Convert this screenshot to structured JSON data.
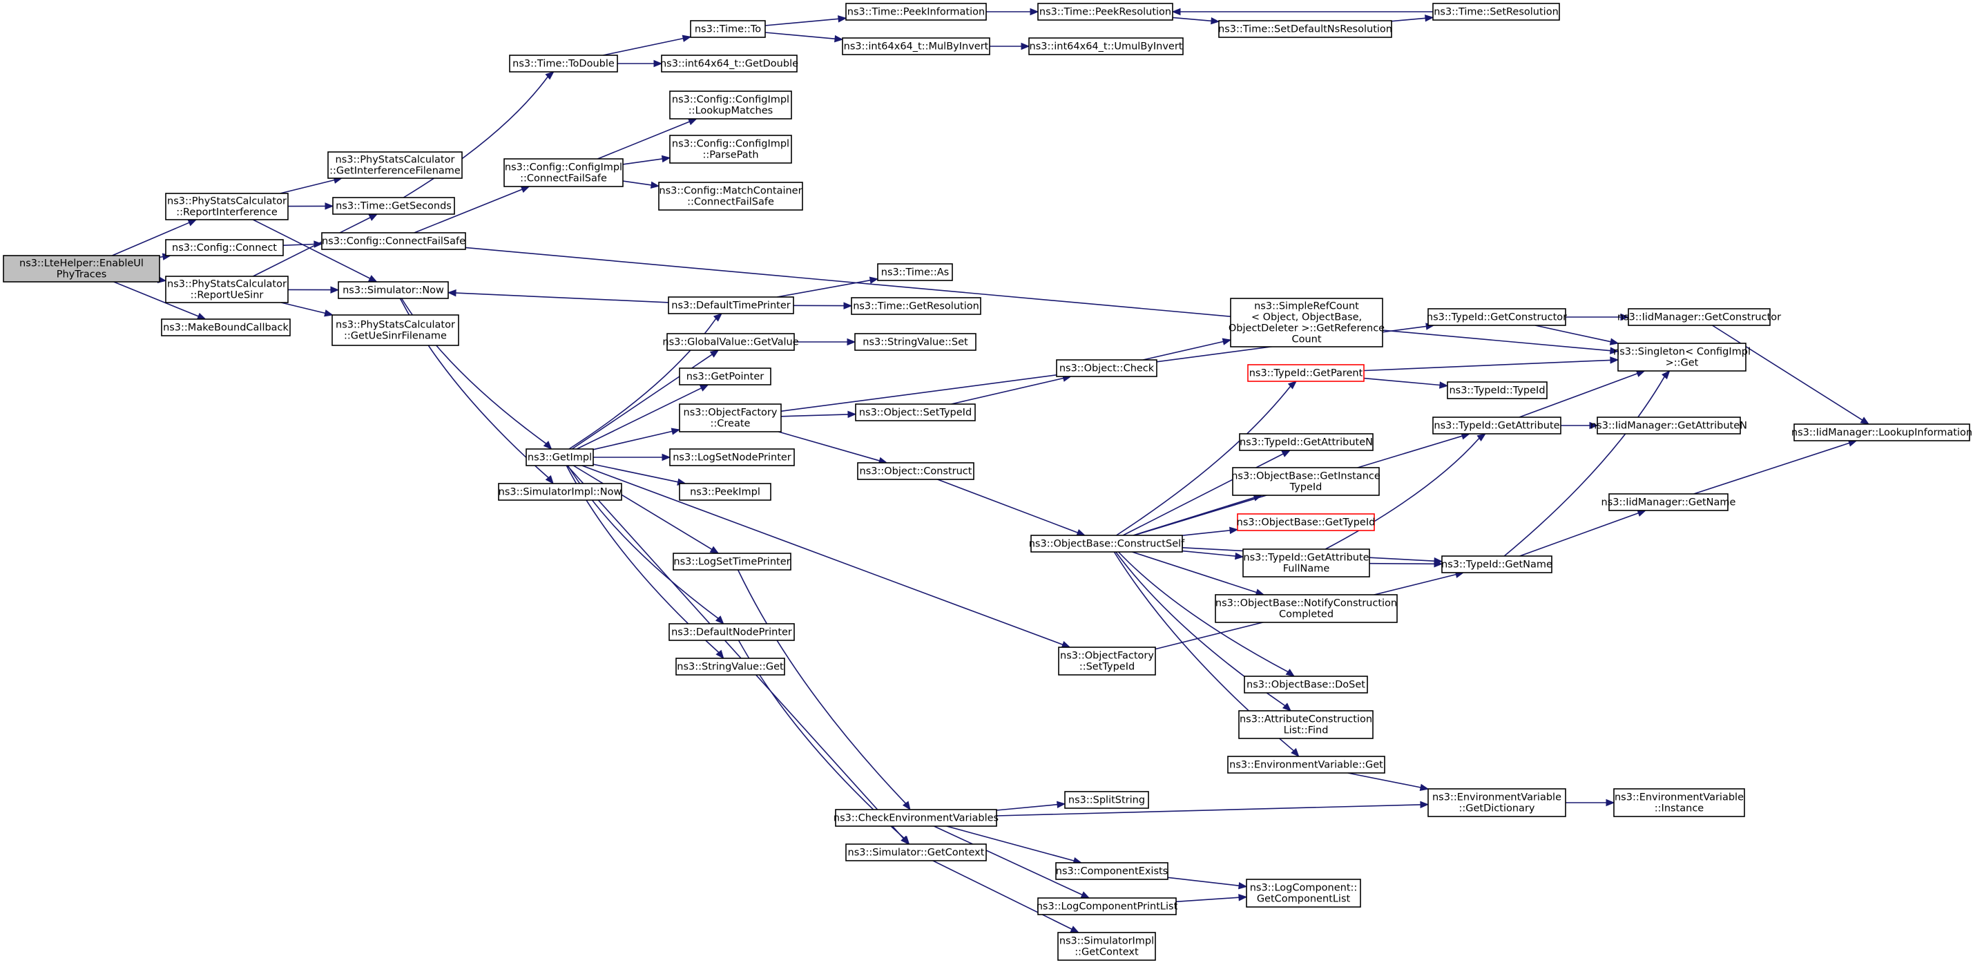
{
  "colors": {
    "edge": "#191970",
    "node_border": "#000000",
    "node_border_highlight": "#ff0000",
    "root_fill": "#bfbfbf",
    "node_fill": "#ffffff"
  },
  "nodes": [
    {
      "id": "root",
      "lines": [
        "ns3::LteHelper::EnableUl",
        "PhyTraces"
      ],
      "style": "root"
    },
    {
      "id": "reportInterference",
      "lines": [
        "ns3::PhyStatsCalculator",
        "::ReportInterference"
      ]
    },
    {
      "id": "configConnect",
      "lines": [
        "ns3::Config::Connect"
      ]
    },
    {
      "id": "reportUeSinr",
      "lines": [
        "ns3::PhyStatsCalculator",
        "::ReportUeSinr"
      ]
    },
    {
      "id": "makeBoundCallback",
      "lines": [
        "ns3::MakeBoundCallback"
      ]
    },
    {
      "id": "getInterferenceFilename",
      "lines": [
        "ns3::PhyStatsCalculator",
        "::GetInterferenceFilename"
      ]
    },
    {
      "id": "timeGetSeconds",
      "lines": [
        "ns3::Time::GetSeconds"
      ]
    },
    {
      "id": "configConnectFailSafe",
      "lines": [
        "ns3::Config::ConnectFailSafe"
      ]
    },
    {
      "id": "simulatorNow",
      "lines": [
        "ns3::Simulator::Now"
      ]
    },
    {
      "id": "getUeSinrFilename",
      "lines": [
        "ns3::PhyStatsCalculator",
        "::GetUeSinrFilename"
      ]
    },
    {
      "id": "timeToDouble",
      "lines": [
        "ns3::Time::ToDouble"
      ]
    },
    {
      "id": "configImplConnectFailSafe",
      "lines": [
        "ns3::Config::ConfigImpl",
        "::ConnectFailSafe"
      ]
    },
    {
      "id": "getImpl",
      "lines": [
        "ns3::GetImpl"
      ]
    },
    {
      "id": "simulatorImplNow",
      "lines": [
        "ns3::SimulatorImpl::Now"
      ]
    },
    {
      "id": "timeTo",
      "lines": [
        "ns3::Time::To"
      ]
    },
    {
      "id": "int64GetDouble",
      "lines": [
        "ns3::int64x64_t::GetDouble"
      ]
    },
    {
      "id": "lookupMatches",
      "lines": [
        "ns3::Config::ConfigImpl",
        "::LookupMatches"
      ]
    },
    {
      "id": "parsePath",
      "lines": [
        "ns3::Config::ConfigImpl",
        "::ParsePath"
      ]
    },
    {
      "id": "matchContainerConnectFailSafe",
      "lines": [
        "ns3::Config::MatchContainer",
        "::ConnectFailSafe"
      ]
    },
    {
      "id": "defaultTimePrinter",
      "lines": [
        "ns3::DefaultTimePrinter"
      ]
    },
    {
      "id": "globalValueGetValue",
      "lines": [
        "ns3::GlobalValue::GetValue"
      ]
    },
    {
      "id": "getPointer",
      "lines": [
        "ns3::GetPointer"
      ]
    },
    {
      "id": "objectFactoryCreate",
      "lines": [
        "ns3::ObjectFactory",
        "::Create"
      ]
    },
    {
      "id": "logSetNodePrinter",
      "lines": [
        "ns3::LogSetNodePrinter"
      ]
    },
    {
      "id": "peekImpl",
      "lines": [
        "ns3::PeekImpl"
      ]
    },
    {
      "id": "logSetTimePrinter",
      "lines": [
        "ns3::LogSetTimePrinter"
      ]
    },
    {
      "id": "defaultNodePrinter",
      "lines": [
        "ns3::DefaultNodePrinter"
      ]
    },
    {
      "id": "stringValueGet",
      "lines": [
        "ns3::StringValue::Get"
      ]
    },
    {
      "id": "timePeekInformation",
      "lines": [
        "ns3::Time::PeekInformation"
      ]
    },
    {
      "id": "mulByInvert",
      "lines": [
        "ns3::int64x64_t::MulByInvert"
      ]
    },
    {
      "id": "timeAs",
      "lines": [
        "ns3::Time::As"
      ]
    },
    {
      "id": "timeGetResolution",
      "lines": [
        "ns3::Time::GetResolution"
      ]
    },
    {
      "id": "stringValueSet",
      "lines": [
        "ns3::StringValue::Set"
      ]
    },
    {
      "id": "objectSetTypeId",
      "lines": [
        "ns3::Object::SetTypeId"
      ]
    },
    {
      "id": "objectConstruct",
      "lines": [
        "ns3::Object::Construct"
      ]
    },
    {
      "id": "timePeekResolution",
      "lines": [
        "ns3::Time::PeekResolution"
      ]
    },
    {
      "id": "umulByInvert",
      "lines": [
        "ns3::int64x64_t::UmulByInvert"
      ]
    },
    {
      "id": "objectCheck",
      "lines": [
        "ns3::Object::Check"
      ]
    },
    {
      "id": "constructSelf",
      "lines": [
        "ns3::ObjectBase::ConstructSelf"
      ]
    },
    {
      "id": "objectFactorySetTypeId",
      "lines": [
        "ns3::ObjectFactory",
        "::SetTypeId"
      ]
    },
    {
      "id": "checkEnvVars",
      "lines": [
        "ns3::CheckEnvironmentVariables"
      ]
    },
    {
      "id": "simulatorGetContext",
      "lines": [
        "ns3::Simulator::GetContext"
      ]
    },
    {
      "id": "setDefaultNsResolution",
      "lines": [
        "ns3::Time::SetDefaultNsResolution"
      ]
    },
    {
      "id": "timeSetResolution",
      "lines": [
        "ns3::Time::SetResolution"
      ]
    },
    {
      "id": "simpleRefCount",
      "lines": [
        "ns3::SimpleRefCount",
        "< Object, ObjectBase,",
        "ObjectDeleter >::GetReference",
        "Count"
      ]
    },
    {
      "id": "typeIdGetParent",
      "lines": [
        "ns3::TypeId::GetParent"
      ],
      "style": "red"
    },
    {
      "id": "typeIdGetAttributeN",
      "lines": [
        "ns3::TypeId::GetAttributeN"
      ]
    },
    {
      "id": "getInstanceTypeId",
      "lines": [
        "ns3::ObjectBase::GetInstance",
        "TypeId"
      ]
    },
    {
      "id": "objectBaseGetTypeId",
      "lines": [
        "ns3::ObjectBase::GetTypeId"
      ],
      "style": "red"
    },
    {
      "id": "getAttributeFullName",
      "lines": [
        "ns3::TypeId::GetAttribute",
        "FullName"
      ]
    },
    {
      "id": "notifyConstructionCompleted",
      "lines": [
        "ns3::ObjectBase::NotifyConstruction",
        "Completed"
      ]
    },
    {
      "id": "objectBaseDoSet",
      "lines": [
        "ns3::ObjectBase::DoSet"
      ]
    },
    {
      "id": "attrConstructionListFind",
      "lines": [
        "ns3::AttributeConstruction",
        "List::Find"
      ]
    },
    {
      "id": "envVarGet",
      "lines": [
        "ns3::EnvironmentVariable::Get"
      ]
    },
    {
      "id": "splitString",
      "lines": [
        "ns3::SplitString"
      ]
    },
    {
      "id": "componentExists",
      "lines": [
        "ns3::ComponentExists"
      ]
    },
    {
      "id": "logComponentPrintList",
      "lines": [
        "ns3::LogComponentPrintList"
      ]
    },
    {
      "id": "simulatorImplGetContext",
      "lines": [
        "ns3::SimulatorImpl",
        "::GetContext"
      ]
    },
    {
      "id": "typeIdGetConstructor",
      "lines": [
        "ns3::TypeId::GetConstructor"
      ]
    },
    {
      "id": "typeIdTypeId",
      "lines": [
        "ns3::TypeId::TypeId"
      ]
    },
    {
      "id": "typeIdGetAttribute",
      "lines": [
        "ns3::TypeId::GetAttribute"
      ]
    },
    {
      "id": "typeIdGetName",
      "lines": [
        "ns3::TypeId::GetName"
      ]
    },
    {
      "id": "envVarGetDictionary",
      "lines": [
        "ns3::EnvironmentVariable",
        "::GetDictionary"
      ]
    },
    {
      "id": "getComponentList",
      "lines": [
        "ns3::LogComponent::",
        "GetComponentList"
      ]
    },
    {
      "id": "iidGetConstructor",
      "lines": [
        "ns3::IidManager::GetConstructor"
      ]
    },
    {
      "id": "singletonGet",
      "lines": [
        "ns3::Singleton< ConfigImpl",
        " >::Get"
      ]
    },
    {
      "id": "iidGetAttributeN",
      "lines": [
        "ns3::IidManager::GetAttributeN"
      ]
    },
    {
      "id": "iidGetName",
      "lines": [
        "ns3::IidManager::GetName"
      ]
    },
    {
      "id": "envVarInstance",
      "lines": [
        "ns3::EnvironmentVariable",
        "::Instance"
      ]
    },
    {
      "id": "iidLookupInformation",
      "lines": [
        "ns3::IidManager::LookupInformation"
      ]
    }
  ],
  "edges": [
    [
      "root",
      "reportInterference"
    ],
    [
      "root",
      "configConnect"
    ],
    [
      "root",
      "reportUeSinr"
    ],
    [
      "root",
      "makeBoundCallback"
    ],
    [
      "reportInterference",
      "getInterferenceFilename"
    ],
    [
      "reportInterference",
      "timeGetSeconds"
    ],
    [
      "reportInterference",
      "simulatorNow"
    ],
    [
      "configConnect",
      "configConnectFailSafe"
    ],
    [
      "reportUeSinr",
      "timeGetSeconds"
    ],
    [
      "reportUeSinr",
      "simulatorNow"
    ],
    [
      "reportUeSinr",
      "getUeSinrFilename"
    ],
    [
      "timeGetSeconds",
      "timeToDouble"
    ],
    [
      "configConnectFailSafe",
      "configImplConnectFailSafe"
    ],
    [
      "configConnectFailSafe",
      "singletonGet"
    ],
    [
      "simulatorNow",
      "getImpl"
    ],
    [
      "simulatorNow",
      "simulatorImplNow"
    ],
    [
      "timeToDouble",
      "timeTo"
    ],
    [
      "timeToDouble",
      "int64GetDouble"
    ],
    [
      "configImplConnectFailSafe",
      "lookupMatches"
    ],
    [
      "configImplConnectFailSafe",
      "parsePath"
    ],
    [
      "configImplConnectFailSafe",
      "matchContainerConnectFailSafe"
    ],
    [
      "timeTo",
      "timePeekInformation"
    ],
    [
      "timeTo",
      "mulByInvert"
    ],
    [
      "timePeekInformation",
      "timePeekResolution"
    ],
    [
      "mulByInvert",
      "umulByInvert"
    ],
    [
      "timePeekResolution",
      "setDefaultNsResolution"
    ],
    [
      "setDefaultNsResolution",
      "timeSetResolution"
    ],
    [
      "timeSetResolution",
      "timePeekResolution"
    ],
    [
      "getImpl",
      "defaultTimePrinter"
    ],
    [
      "getImpl",
      "globalValueGetValue"
    ],
    [
      "getImpl",
      "getPointer"
    ],
    [
      "getImpl",
      "objectFactoryCreate"
    ],
    [
      "getImpl",
      "logSetNodePrinter"
    ],
    [
      "getImpl",
      "peekImpl"
    ],
    [
      "getImpl",
      "logSetTimePrinter"
    ],
    [
      "getImpl",
      "defaultNodePrinter"
    ],
    [
      "getImpl",
      "stringValueGet"
    ],
    [
      "getImpl",
      "objectFactorySetTypeId"
    ],
    [
      "getImpl",
      "simulatorGetContext"
    ],
    [
      "defaultTimePrinter",
      "simulatorNow"
    ],
    [
      "defaultTimePrinter",
      "timeAs"
    ],
    [
      "defaultTimePrinter",
      "timeGetResolution"
    ],
    [
      "globalValueGetValue",
      "stringValueSet"
    ],
    [
      "objectFactoryCreate",
      "objectSetTypeId"
    ],
    [
      "objectFactoryCreate",
      "objectConstruct"
    ],
    [
      "objectFactoryCreate",
      "typeIdGetConstructor"
    ],
    [
      "objectSetTypeId",
      "objectCheck"
    ],
    [
      "objectCheck",
      "simpleRefCount"
    ],
    [
      "objectConstruct",
      "constructSelf"
    ],
    [
      "logSetTimePrinter",
      "checkEnvVars"
    ],
    [
      "defaultNodePrinter",
      "simulatorGetContext"
    ],
    [
      "constructSelf",
      "typeIdGetParent"
    ],
    [
      "constructSelf",
      "typeIdGetAttribute"
    ],
    [
      "constructSelf",
      "typeIdGetAttributeN"
    ],
    [
      "constructSelf",
      "getInstanceTypeId"
    ],
    [
      "constructSelf",
      "objectBaseGetTypeId"
    ],
    [
      "constructSelf",
      "getAttributeFullName"
    ],
    [
      "constructSelf",
      "typeIdGetName"
    ],
    [
      "constructSelf",
      "notifyConstructionCompleted"
    ],
    [
      "constructSelf",
      "objectBaseDoSet"
    ],
    [
      "constructSelf",
      "attrConstructionListFind"
    ],
    [
      "constructSelf",
      "envVarGet"
    ],
    [
      "objectFactorySetTypeId",
      "typeIdGetName"
    ],
    [
      "checkEnvVars",
      "splitString"
    ],
    [
      "checkEnvVars",
      "envVarGetDictionary"
    ],
    [
      "checkEnvVars",
      "componentExists"
    ],
    [
      "checkEnvVars",
      "logComponentPrintList"
    ],
    [
      "simulatorGetContext",
      "simulatorImplGetContext"
    ],
    [
      "typeIdGetParent",
      "typeIdTypeId"
    ],
    [
      "typeIdGetParent",
      "singletonGet"
    ],
    [
      "getAttributeFullName",
      "typeIdGetAttribute"
    ],
    [
      "getAttributeFullName",
      "typeIdGetName"
    ],
    [
      "envVarGet",
      "envVarGetDictionary"
    ],
    [
      "componentExists",
      "getComponentList"
    ],
    [
      "logComponentPrintList",
      "getComponentList"
    ],
    [
      "typeIdGetConstructor",
      "iidGetConstructor"
    ],
    [
      "typeIdGetConstructor",
      "singletonGet"
    ],
    [
      "typeIdGetAttribute",
      "singletonGet"
    ],
    [
      "typeIdGetAttribute",
      "iidGetAttributeN"
    ],
    [
      "typeIdGetName",
      "singletonGet"
    ],
    [
      "typeIdGetName",
      "iidGetName"
    ],
    [
      "envVarGetDictionary",
      "envVarInstance"
    ],
    [
      "iidGetConstructor",
      "iidLookupInformation"
    ],
    [
      "iidGetName",
      "iidLookupInformation"
    ]
  ]
}
